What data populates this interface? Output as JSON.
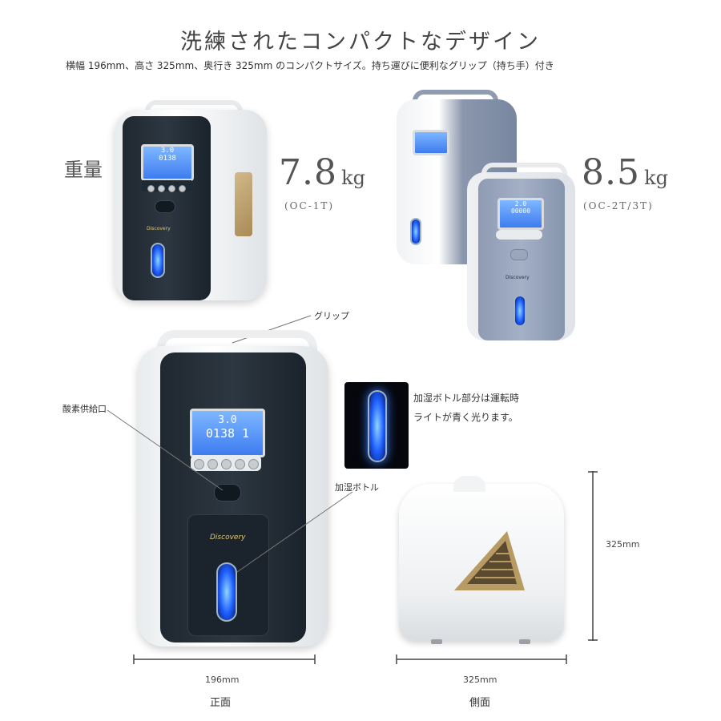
{
  "header": {
    "title": "洗練されたコンパクトなデザイン",
    "subtitle": "横幅 196mm、高さ 325mm、奥行き 325mm のコンパクトサイズ。持ち運びに便利なグリップ（持ち手）付き"
  },
  "weight": {
    "label": "重量",
    "model1": {
      "value": "7.8",
      "unit": "kg",
      "model": "(OC-1T)"
    },
    "model2": {
      "value": "8.5",
      "unit": "kg",
      "model": "(OC-2T/3T)"
    }
  },
  "callouts": {
    "grip": "グリップ",
    "oxygen_outlet": "酸素供給口",
    "humidifier_bottle": "加湿ボトル",
    "bottle_light_line1": "加湿ボトル部分は運転時",
    "bottle_light_line2": "ライトが青く光ります。"
  },
  "dimensions": {
    "front_width": "196mm",
    "side_depth": "325mm",
    "height": "325mm"
  },
  "captions": {
    "front": "正面",
    "side": "側面"
  },
  "lcd": {
    "small_reading": "3.0",
    "small_counter": "0138",
    "large_reading": "3.0",
    "large_counter": "0138 1",
    "blue_reading": "2.0",
    "blue_counter": "00000"
  },
  "brand": "Discovery",
  "colors": {
    "front_panel": "#1f2830",
    "shell": "#ffffff",
    "lcd": "#4a88f5",
    "bottle_glow": "#1d5cff",
    "vent_gold": "#b89a63",
    "blue_gray_model": "#8a97ad"
  }
}
